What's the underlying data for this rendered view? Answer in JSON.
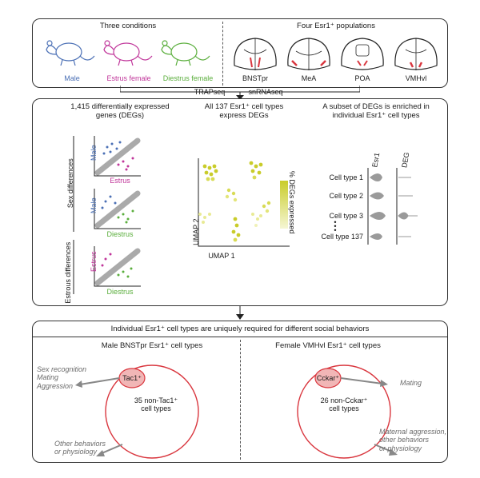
{
  "top": {
    "left_title": "Three conditions",
    "right_title": "Four Esr1⁺ populations",
    "conditions": [
      {
        "label": "Male",
        "color": "#4a6fb5"
      },
      {
        "label": "Estrus female",
        "color": "#c0359a"
      },
      {
        "label": "Diestrus female",
        "color": "#5aae3c"
      }
    ],
    "populations": [
      "BNSTpr",
      "MeA",
      "POA",
      "VMHvl"
    ]
  },
  "methods": {
    "left": "TRAPseq",
    "right": "snRNAseq"
  },
  "middle": {
    "col1_title": "1,415 differentially expressed\ngenes (DEGs)",
    "col2_title": "All 137 Esr1⁺ cell types\nexpress DEGs",
    "col3_title": "A subset of DEGs is enriched in\nindividual Esr1⁺ cell types",
    "sex_label": "Sex differences",
    "estrous_label": "Estrous differences",
    "scatter_axes": [
      {
        "y": "Male",
        "x": "Estrus"
      },
      {
        "y": "Male",
        "x": "Diestrus"
      },
      {
        "y": "Estrus",
        "x": "Diestrus"
      }
    ],
    "umap_x": "UMAP 1",
    "umap_y": "UMAP 2",
    "colorbar_label": "% DEGs expressed",
    "violin_cols": [
      "Esr1",
      "DEG"
    ],
    "cell_types": [
      "Cell type 1",
      "Cell type 2",
      "Cell type 3",
      "Cell type 137"
    ]
  },
  "bottom": {
    "title": "Individual Esr1⁺ cell types are uniquely required for different social behaviors",
    "left": {
      "title": "Male BNSTpr Esr1⁺ cell types",
      "marker": "Tac1⁺",
      "rest": "35 non-Tac1⁺\ncell types",
      "behaviors_main": "Sex recognition\nMating\nAggression",
      "behaviors_other": "Other behaviors\nor physiology"
    },
    "right": {
      "title": "Female VMHvl Esr1⁺ cell types",
      "marker": "Cckar⁺",
      "rest": "26 non-Cckar⁺\ncell types",
      "behaviors_main": "Mating",
      "behaviors_other": "Maternal aggression,\nother behaviors\nor physiology"
    }
  },
  "colors": {
    "male": "#4a6fb5",
    "estrus": "#c0359a",
    "diestrus": "#5aae3c",
    "accent_red": "#d9363e",
    "umap": "#c9cc2a"
  }
}
